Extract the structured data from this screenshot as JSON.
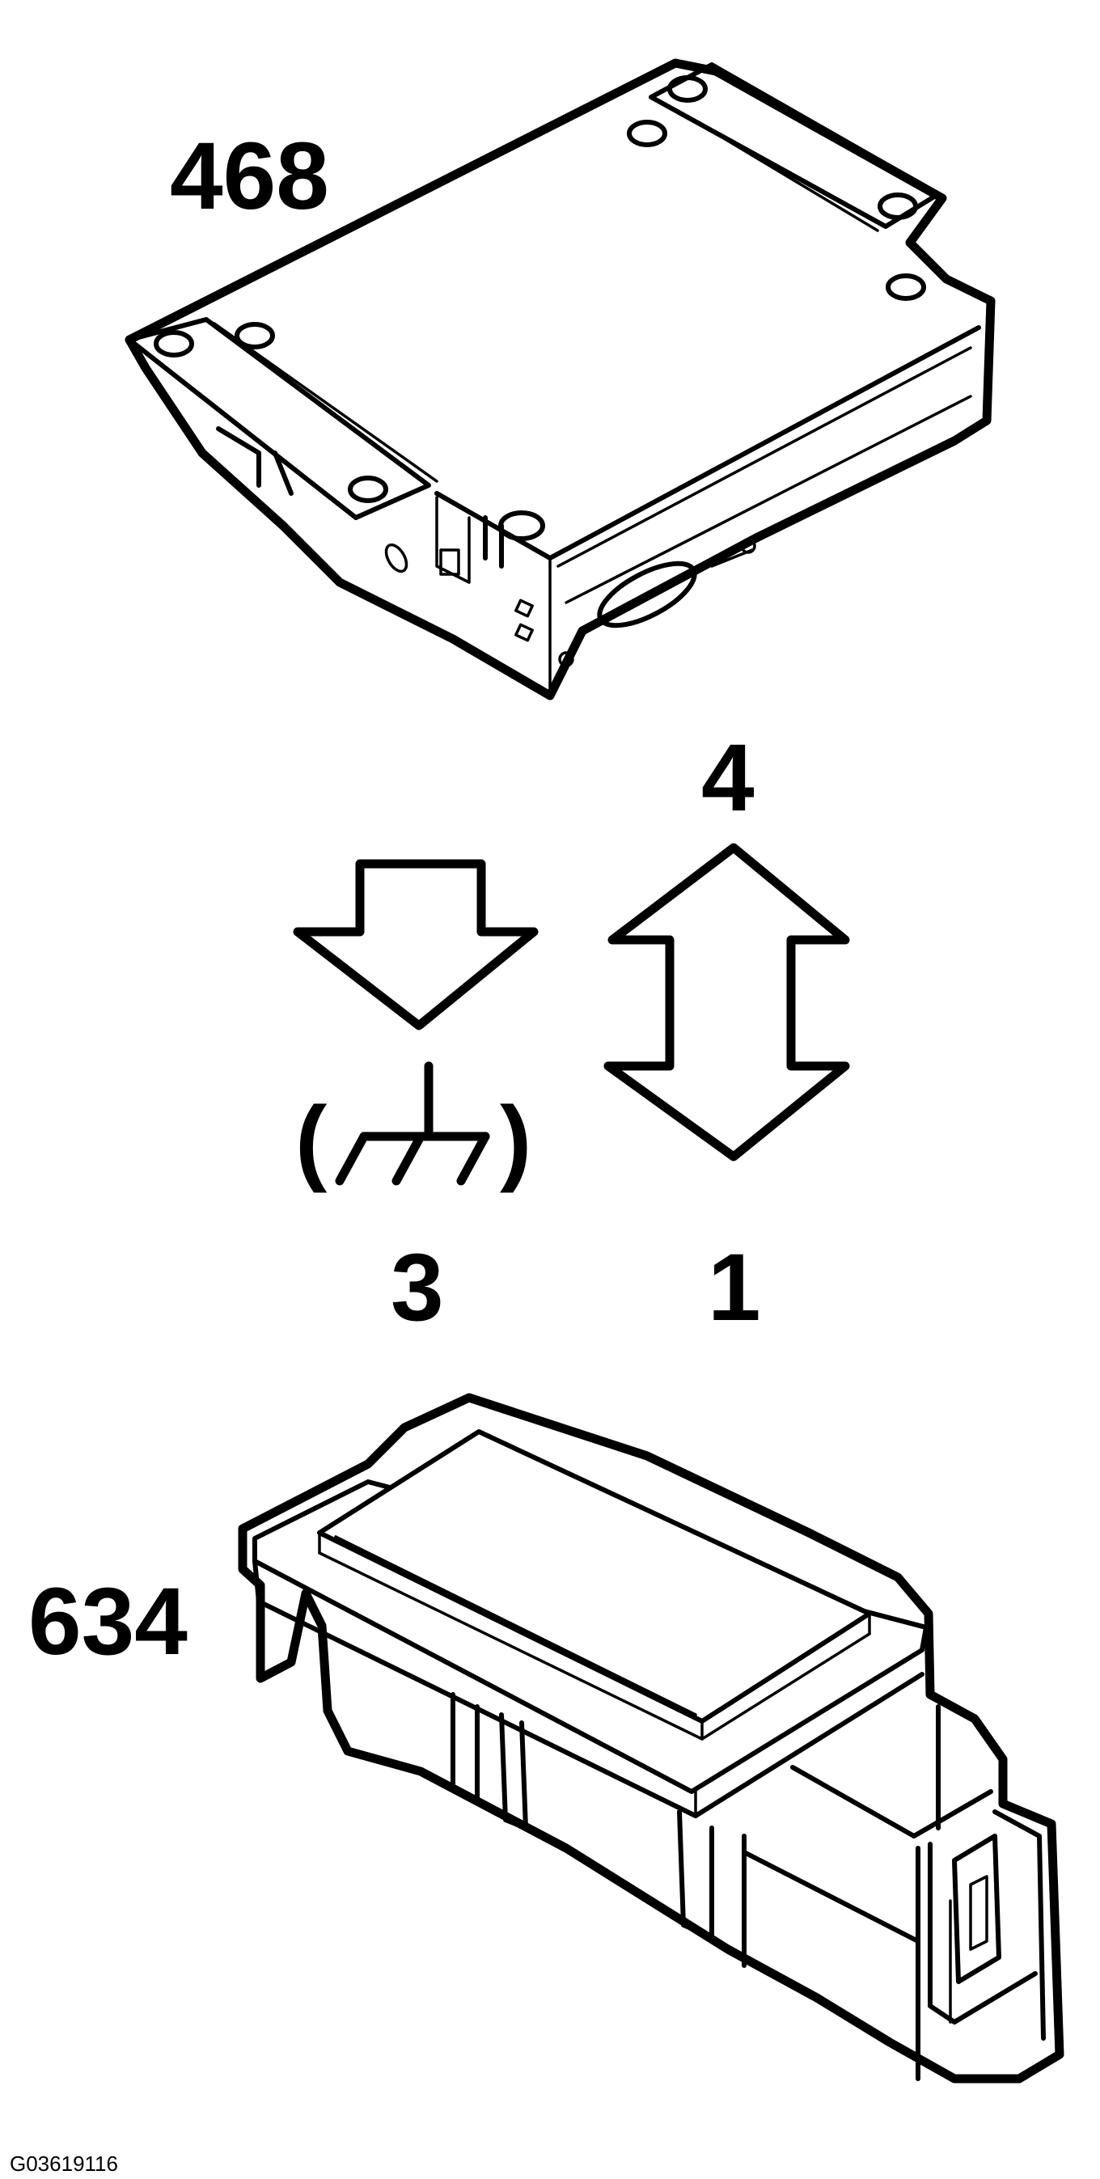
{
  "labels": {
    "component_top": "468",
    "component_bottom": "634",
    "pin_signal_top": "4",
    "pin_ground": "3",
    "pin_signal_bottom": "1",
    "ground_open_paren": "(",
    "ground_close_paren": ")",
    "figure_code": "G03619116"
  },
  "colors": {
    "ink": "#000000",
    "background": "#ffffff"
  },
  "icons": {
    "ground": "ground-symbol-icon",
    "down_arrow": "down-arrow-icon",
    "bidirectional_arrow": "up-down-arrow-icon"
  }
}
